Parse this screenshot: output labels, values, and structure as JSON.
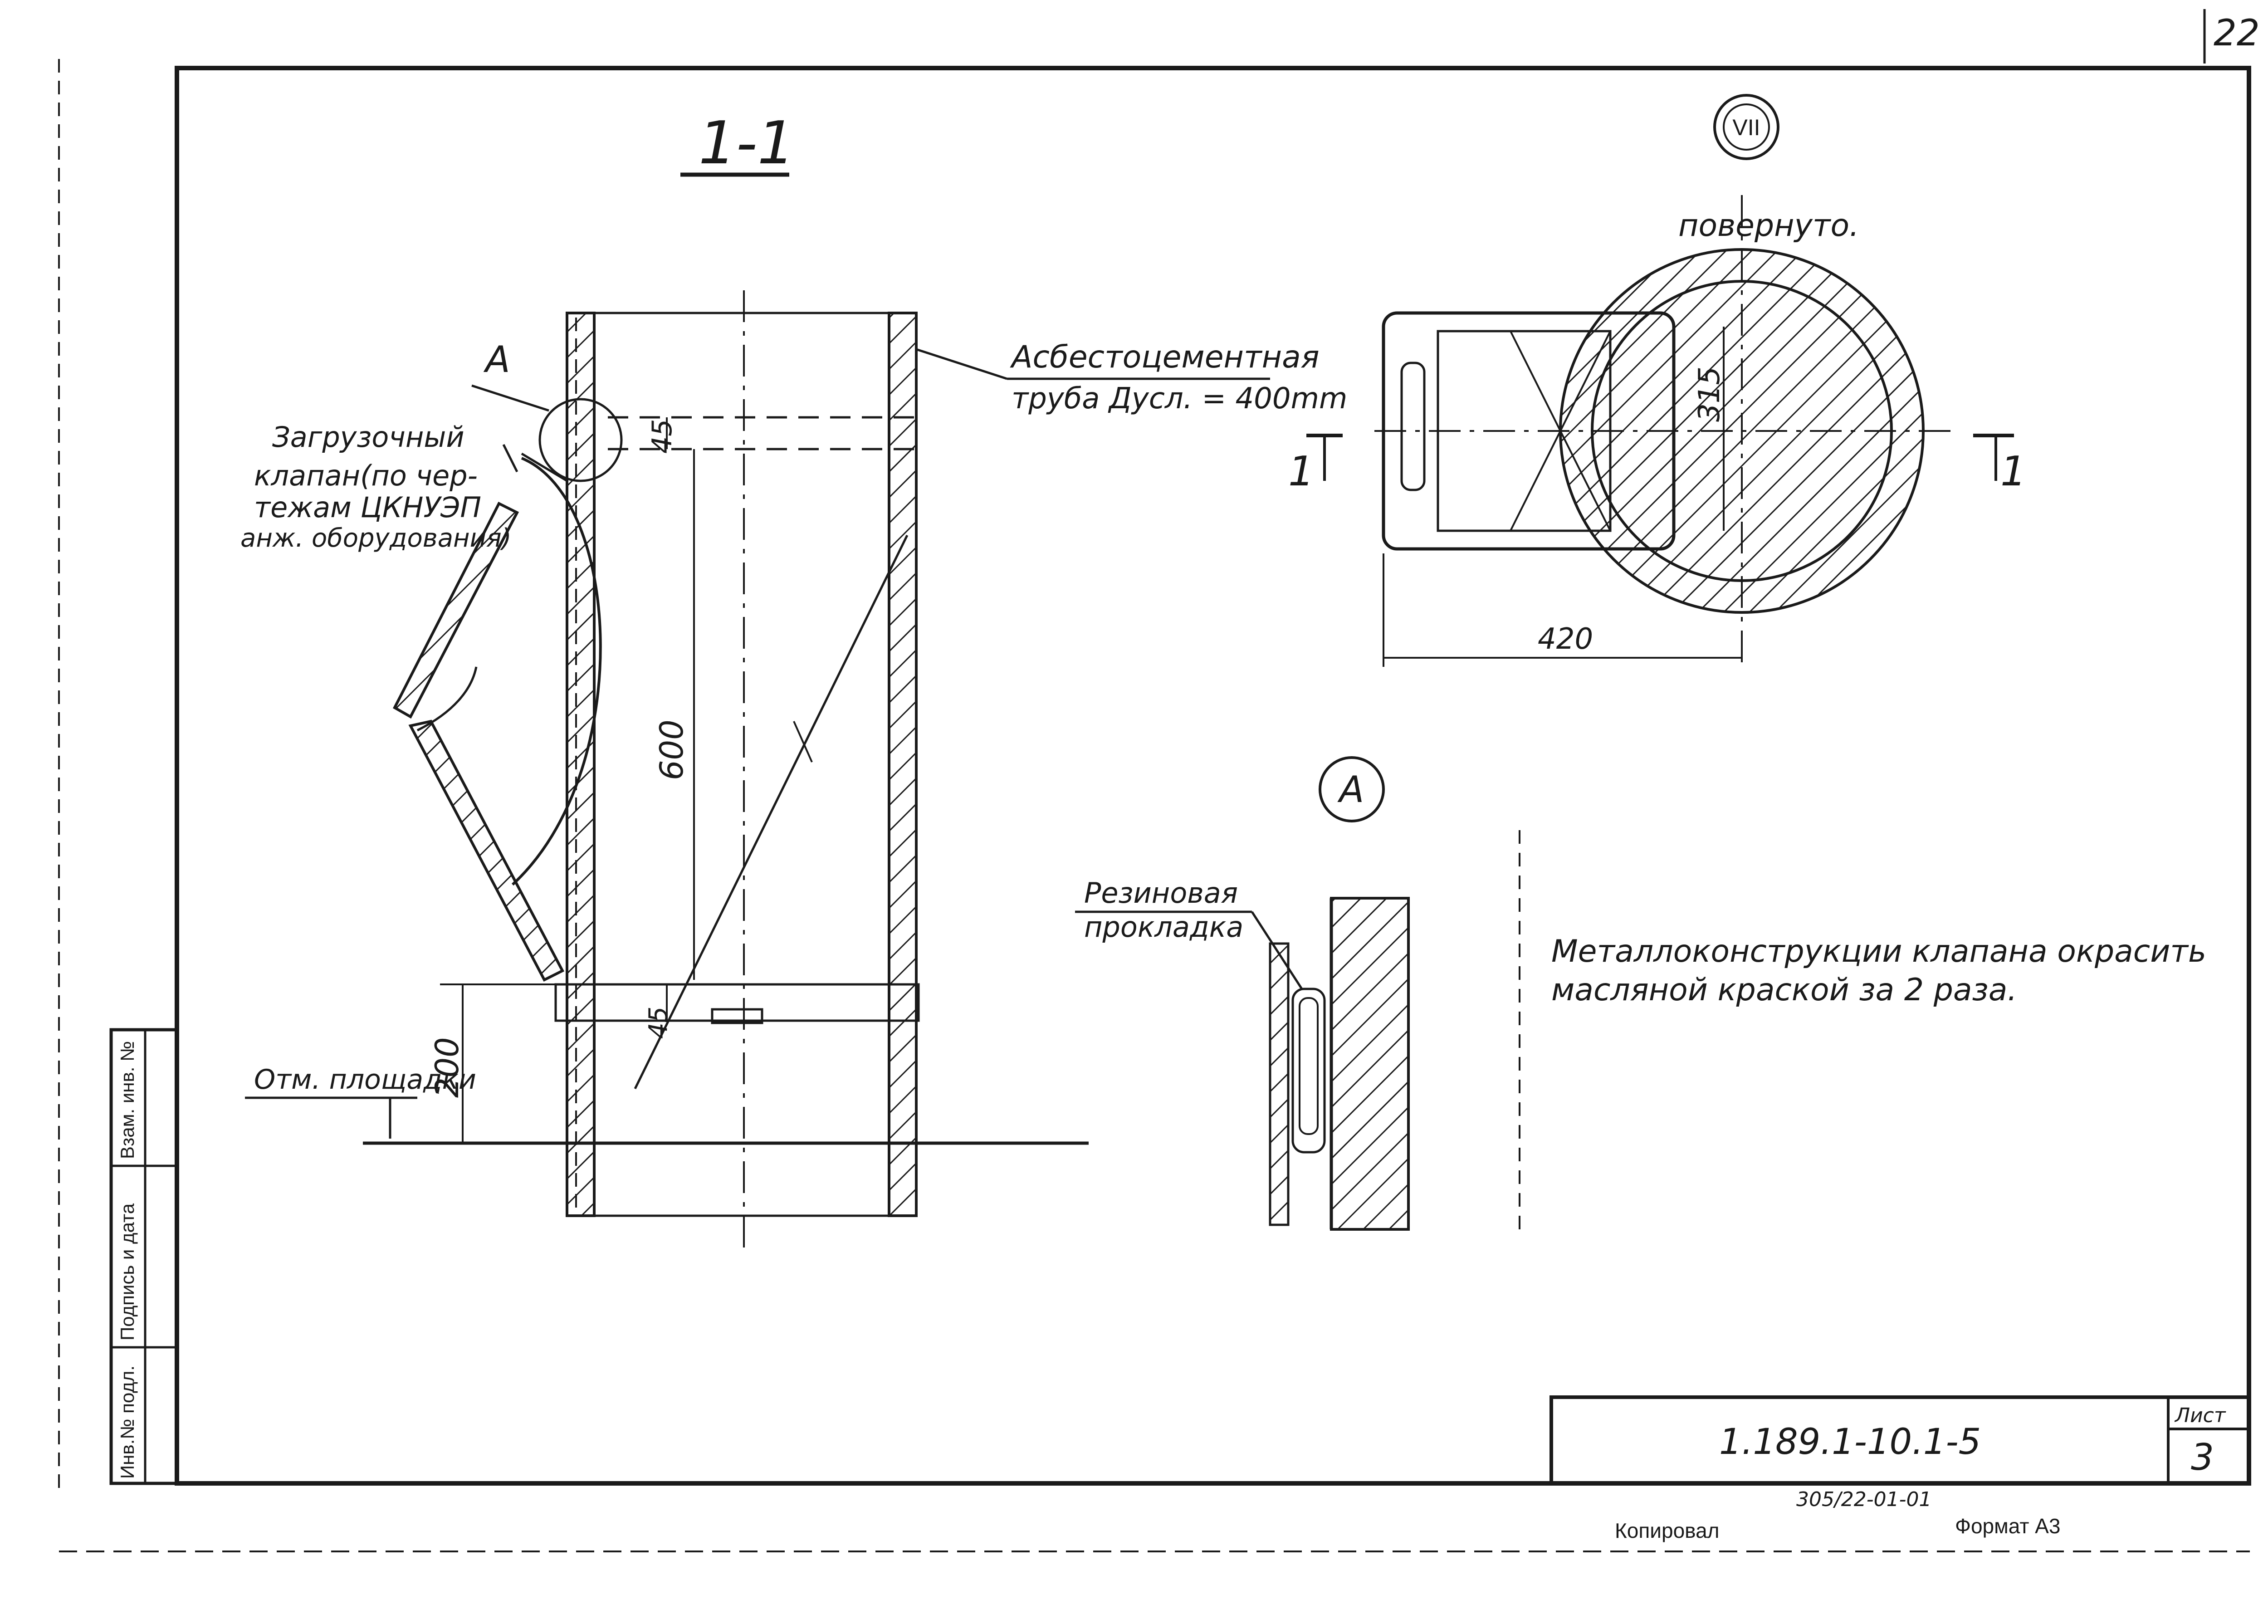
{
  "sheet": {
    "page_number": "22",
    "designation": "1.189.1-10.1-5",
    "list_label": "Лист",
    "list_number": "3",
    "copied_label": "Копировал",
    "format_label": "Формат А3",
    "order_stamp": "305/22-01-01"
  },
  "stamp_column": {
    "inv_original": "Инв.№ подл.",
    "signature_date": "Подпись и дата",
    "replaces_inv": "Взам. инв. №"
  },
  "section_view": {
    "title": "1-1",
    "callout_a": "А",
    "valve_label_line1": "Загрузочный",
    "valve_label_line2": "клапан(по чер-",
    "valve_label_line3": "тежам ЦКНУЭП",
    "valve_label_line4": "анж. оборудования)",
    "pipe_label_line1": "Асбестоцементная",
    "pipe_label_line2": "труба Дусл. = 400mm",
    "platform_label": "Отм. площадки",
    "dim_45_top": "45",
    "dim_600": "600",
    "dim_45_bottom": "45",
    "dim_200": "200"
  },
  "plan_view": {
    "view_number": "VII",
    "rotated_label": "повернуто.",
    "dim_315": "315",
    "dim_420": "420",
    "section_mark_left": "1",
    "section_mark_right": "1"
  },
  "detail_a": {
    "title": "А",
    "gasket_line1": "Резиновая",
    "gasket_line2": "прокладка"
  },
  "note": {
    "line1": "Металлоконструкции клапана окрасить",
    "line2": "масляной краской за 2 раза."
  }
}
